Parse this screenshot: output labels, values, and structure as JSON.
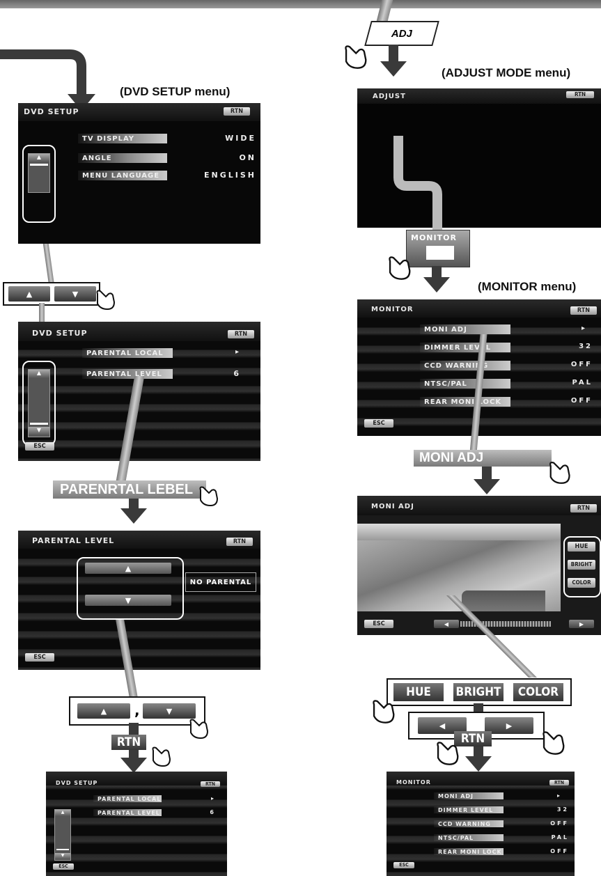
{
  "captions": {
    "dvd_setup_menu": "(DVD SETUP menu)",
    "adjust_mode_menu": "(ADJUST MODE menu)",
    "monitor_menu": "(MONITOR menu)"
  },
  "adj_key": "ADJ",
  "screen1": {
    "title": "DVD SETUP",
    "rtn": "RTN",
    "items": [
      {
        "label": "TV DISPLAY",
        "value": "WIDE"
      },
      {
        "label": "ANGLE",
        "value": "ON"
      },
      {
        "label": "MENU LANGUAGE",
        "value": "ENGLISH"
      }
    ]
  },
  "screen2": {
    "title": "DVD SETUP",
    "rtn": "RTN",
    "esc": "ESC",
    "items": [
      {
        "label": "PARENTAL LOCAL",
        "value": "▸"
      },
      {
        "label": "PARENTAL LEVEL",
        "value": "6"
      }
    ]
  },
  "parental_callout": "PARENRTAL LEBEL",
  "screen3": {
    "title": "PARENTAL LEVEL",
    "rtn": "RTN",
    "esc": "ESC",
    "value": "NO PARENTAL"
  },
  "rtn_key": "RTN",
  "separator": ",",
  "screen4": {
    "title": "DVD SETUP",
    "rtn": "RTN",
    "esc": "ESC",
    "items": [
      {
        "label": "PARENTAL LOCAL",
        "value": "▸"
      },
      {
        "label": "PARENTAL LEVEL",
        "value": "6"
      }
    ]
  },
  "adjust_screen": {
    "title": "ADJUST",
    "rtn": "RTN",
    "monitor_key": "MONITOR"
  },
  "monitor_screen": {
    "title": "MONITOR",
    "rtn": "RTN",
    "esc": "ESC",
    "items": [
      {
        "label": "MONI ADJ",
        "value": "▸"
      },
      {
        "label": "DIMMER LEVEL",
        "value": "32"
      },
      {
        "label": "CCD WARNING",
        "value": "OFF"
      },
      {
        "label": "NTSC/PAL",
        "value": "PAL"
      },
      {
        "label": "REAR MONI LOCK",
        "value": "OFF"
      }
    ]
  },
  "moni_adj_callout": "MONI ADJ",
  "moni_adj_screen": {
    "title": "MONI ADJ",
    "rtn": "RTN",
    "esc": "ESC",
    "side_buttons": [
      "HUE",
      "BRIGHT",
      "COLOR"
    ]
  },
  "adjust_buttons": [
    "HUE",
    "BRIGHT",
    "COLOR"
  ],
  "rtn_key_right": "RTN",
  "monitor_screen_final": {
    "title": "MONITOR",
    "rtn": "RTN",
    "esc": "ESC",
    "items": [
      {
        "label": "MONI ADJ",
        "value": "▸"
      },
      {
        "label": "DIMMER LEVEL",
        "value": "32"
      },
      {
        "label": "CCD WARNING",
        "value": "OFF"
      },
      {
        "label": "NTSC/PAL",
        "value": "PAL"
      },
      {
        "label": "REAR MONI LOCK",
        "value": "OFF"
      }
    ]
  }
}
